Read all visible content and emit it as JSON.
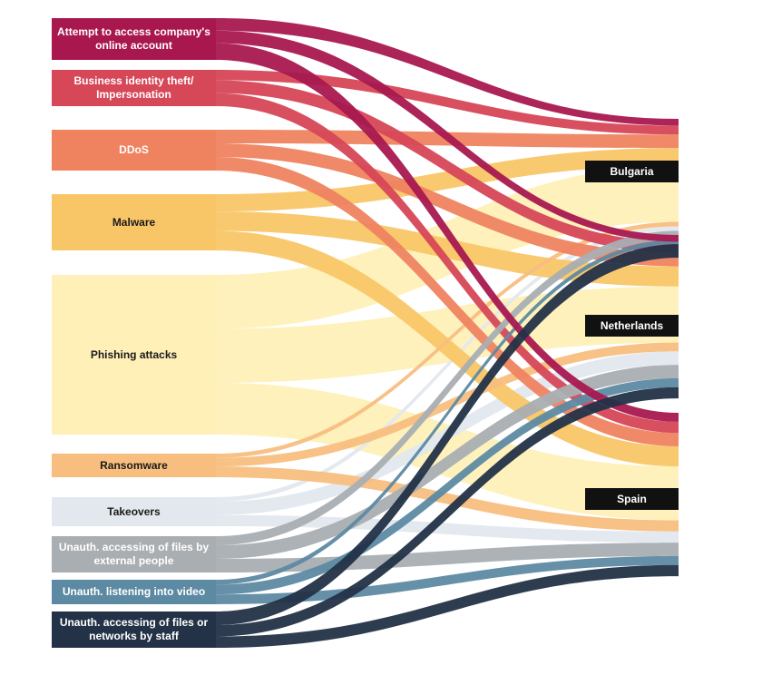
{
  "sources": [
    {
      "id": "attempt",
      "label": "Attempt to access company's online account",
      "color": "#A8184F",
      "text_color": "#ffffff",
      "total": 10
    },
    {
      "id": "bit",
      "label": "Business identity theft/ Impersonation",
      "color": "#D64757",
      "text_color": "#ffffff",
      "total": 14
    },
    {
      "id": "ddos",
      "label": "DDoS",
      "color": "#EF8360",
      "text_color": "#ffffff",
      "total": 18
    },
    {
      "id": "malware",
      "label": "Malware",
      "color": "#F9C667",
      "text_color": "#1a1a1a",
      "total": 26
    },
    {
      "id": "phishing",
      "label": "Phishing attacks",
      "color": "#FEF0B7",
      "text_color": "#1a1a1a",
      "total": 74
    },
    {
      "id": "ransomware",
      "label": "Ransomware",
      "color": "#F8BE7F",
      "text_color": "#1a1a1a",
      "total": 11
    },
    {
      "id": "takeovers",
      "label": "Takeovers",
      "color": "#E2E8EE",
      "text_color": "#1a1a1a",
      "total": 13
    },
    {
      "id": "external",
      "label": "Unauth. accessing of files by external people",
      "color": "#A9AEB2",
      "text_color": "#ffffff",
      "total": 16
    },
    {
      "id": "video",
      "label": "Unauth. listening into video",
      "color": "#5D8AA3",
      "text_color": "#ffffff",
      "total": 10
    },
    {
      "id": "staff",
      "label": "Unauth. accessing of files or networks by staff",
      "color": "#233247",
      "text_color": "#ffffff",
      "total": 16
    }
  ],
  "targets": [
    {
      "id": "bulgaria",
      "label": "Bulgaria"
    },
    {
      "id": "netherlands",
      "label": "Netherlands"
    },
    {
      "id": "spain",
      "label": "Spain"
    }
  ],
  "flows": [
    {
      "source": "attempt",
      "target": "bulgaria",
      "value": 3
    },
    {
      "source": "attempt",
      "target": "netherlands",
      "value": 3
    },
    {
      "source": "attempt",
      "target": "spain",
      "value": 4
    },
    {
      "source": "bit",
      "target": "bulgaria",
      "value": 4
    },
    {
      "source": "bit",
      "target": "netherlands",
      "value": 5
    },
    {
      "source": "bit",
      "target": "spain",
      "value": 5
    },
    {
      "source": "ddos",
      "target": "bulgaria",
      "value": 6
    },
    {
      "source": "ddos",
      "target": "netherlands",
      "value": 6
    },
    {
      "source": "ddos",
      "target": "spain",
      "value": 6
    },
    {
      "source": "malware",
      "target": "bulgaria",
      "value": 8
    },
    {
      "source": "malware",
      "target": "netherlands",
      "value": 9
    },
    {
      "source": "malware",
      "target": "spain",
      "value": 9
    },
    {
      "source": "phishing",
      "target": "bulgaria",
      "value": 25
    },
    {
      "source": "phishing",
      "target": "netherlands",
      "value": 25
    },
    {
      "source": "phishing",
      "target": "spain",
      "value": 24
    },
    {
      "source": "ransomware",
      "target": "bulgaria",
      "value": 2
    },
    {
      "source": "ransomware",
      "target": "netherlands",
      "value": 4
    },
    {
      "source": "ransomware",
      "target": "spain",
      "value": 5
    },
    {
      "source": "takeovers",
      "target": "bulgaria",
      "value": 2
    },
    {
      "source": "takeovers",
      "target": "netherlands",
      "value": 6
    },
    {
      "source": "takeovers",
      "target": "spain",
      "value": 5
    },
    {
      "source": "external",
      "target": "bulgaria",
      "value": 4
    },
    {
      "source": "external",
      "target": "netherlands",
      "value": 6
    },
    {
      "source": "external",
      "target": "spain",
      "value": 6
    },
    {
      "source": "video",
      "target": "bulgaria",
      "value": 2
    },
    {
      "source": "video",
      "target": "netherlands",
      "value": 4
    },
    {
      "source": "video",
      "target": "spain",
      "value": 4
    },
    {
      "source": "staff",
      "target": "bulgaria",
      "value": 6
    },
    {
      "source": "staff",
      "target": "netherlands",
      "value": 5
    },
    {
      "source": "staff",
      "target": "spain",
      "value": 5
    }
  ]
}
